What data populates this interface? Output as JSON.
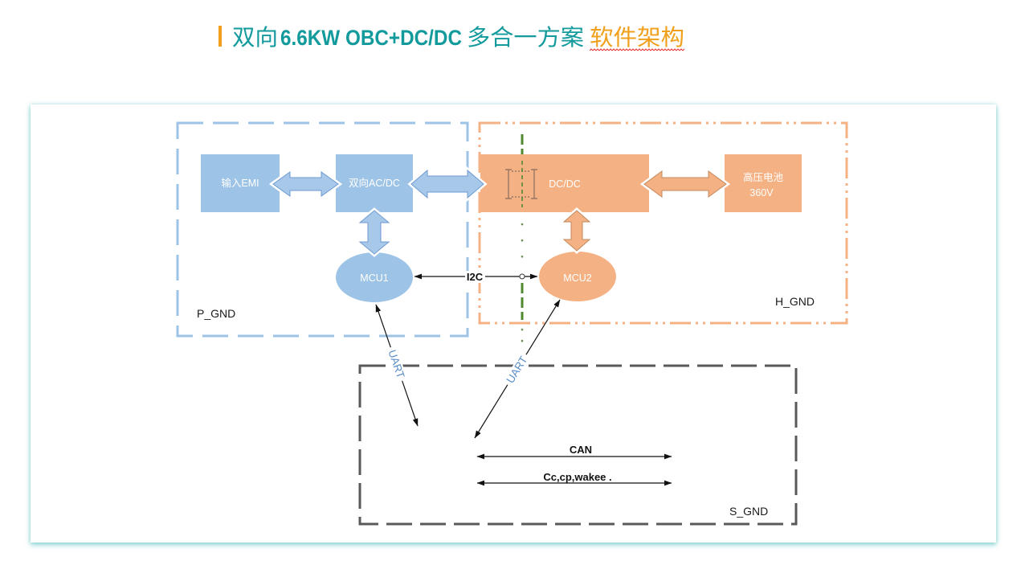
{
  "title": {
    "prefix": "双向",
    "model": "6.6KW OBC+DC/DC",
    "solution": "多合一方案",
    "subject": "软件架构"
  },
  "regions": {
    "p_gnd": "P_GND",
    "h_gnd": "H_GND",
    "s_gnd": "S_GND"
  },
  "nodes": {
    "input_emi": "输入EMI",
    "bidirectional_acdc": "双向AC/DC",
    "dcdc": "DC/DC",
    "hv_battery": {
      "name": "高压电池",
      "voltage": "360V"
    },
    "mcu1": "MCU1",
    "mcu2": "MCU2"
  },
  "links": {
    "i2c": "I2C",
    "uart_mcu1": "UART",
    "uart_mcu2": "UART",
    "can": "CAN",
    "cc_cp_wake": "Cc,cp,wakee ."
  },
  "icons": {
    "transformer": "transformer-icon"
  },
  "colors": {
    "title_teal": "#139a9c",
    "title_orange": "#f0a01c",
    "blue_block": "#9dc3e6",
    "orange_block": "#f4b183",
    "divider_green": "#4f8a30",
    "s_gnd_gray": "#595959",
    "uart_blue": "#5a8ec8",
    "spellcheck_red": "#e2312d"
  }
}
